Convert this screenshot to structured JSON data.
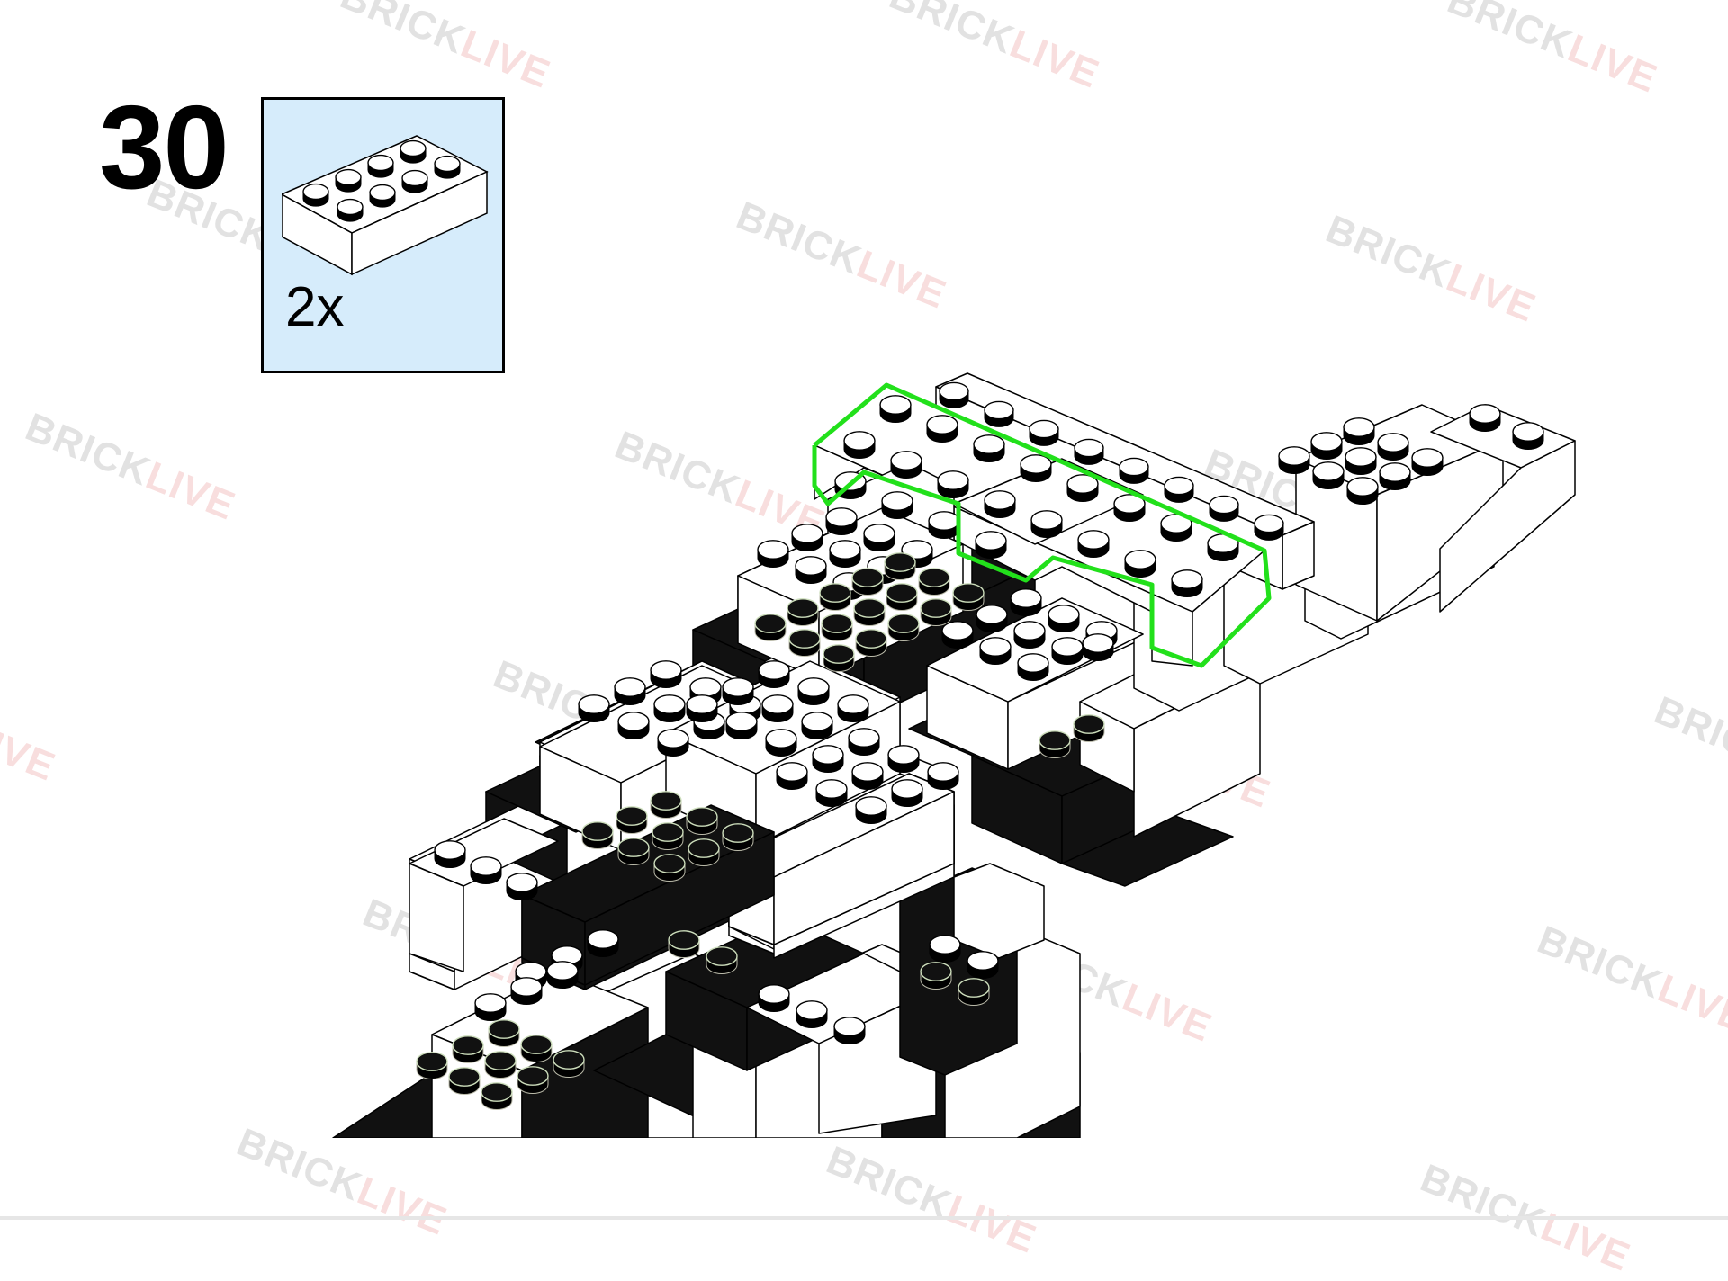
{
  "step": {
    "number": "30"
  },
  "parts": {
    "quantity_label": "2x",
    "brick_color": "#ffffff"
  },
  "watermark": {
    "part_a": "BRICK",
    "part_b": "LIVE"
  },
  "colors": {
    "parts_box_bg": "#d6ecfb",
    "highlight": "#22e01b",
    "black_brick": "#111111",
    "white_brick": "#ffffff"
  }
}
